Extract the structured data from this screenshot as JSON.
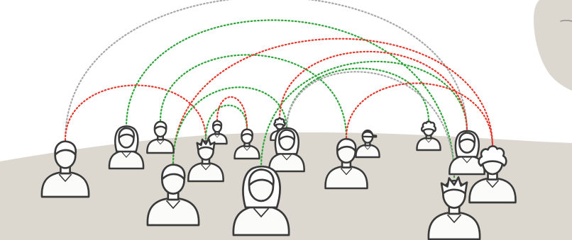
{
  "colors": {
    "background": "#ffffff",
    "ground": "#dcd8d0",
    "figure_fill": "#fbfbfa",
    "figure_stroke": "#3a3a3a",
    "link_green": "#2fa43a",
    "link_red": "#e23b2e",
    "link_grey": "#a8a8a8"
  },
  "people": [
    {
      "id": "p1",
      "hair": "short",
      "depth": "mid"
    },
    {
      "id": "p2",
      "hair": "long",
      "depth": "far"
    },
    {
      "id": "p3",
      "hair": "short",
      "depth": "far"
    },
    {
      "id": "p4",
      "hair": "short",
      "depth": "far"
    },
    {
      "id": "p5",
      "hair": "spiky",
      "depth": "mid"
    },
    {
      "id": "p6",
      "hair": "short",
      "depth": "far"
    },
    {
      "id": "p7",
      "hair": "short",
      "depth": "far"
    },
    {
      "id": "p8",
      "hair": "long",
      "depth": "mid"
    },
    {
      "id": "p9",
      "hair": "wavy",
      "depth": "near"
    },
    {
      "id": "p10",
      "hair": "long",
      "depth": "near"
    },
    {
      "id": "p11",
      "hair": "short",
      "depth": "mid"
    },
    {
      "id": "p12",
      "hair": "cap",
      "depth": "far"
    },
    {
      "id": "p13",
      "hair": "curly",
      "depth": "far"
    },
    {
      "id": "p14",
      "hair": "long",
      "depth": "mid"
    },
    {
      "id": "p15",
      "hair": "curly",
      "depth": "mid"
    },
    {
      "id": "p16",
      "hair": "spiky",
      "depth": "near"
    }
  ],
  "connections": [
    {
      "from": "p1",
      "to": "p14",
      "color": "grey"
    },
    {
      "from": "p2",
      "to": "p16",
      "color": "green"
    },
    {
      "from": "p1",
      "to": "p5",
      "color": "red"
    },
    {
      "from": "p3",
      "to": "p11",
      "color": "green"
    },
    {
      "from": "p4",
      "to": "p15",
      "color": "red"
    },
    {
      "from": "p4",
      "to": "p8",
      "color": "green"
    },
    {
      "from": "p5",
      "to": "p7",
      "color": "green"
    },
    {
      "from": "p6",
      "to": "p7",
      "color": "red"
    },
    {
      "from": "p8",
      "to": "p13",
      "color": "green"
    },
    {
      "from": "p8",
      "to": "p16",
      "color": "grey"
    },
    {
      "from": "p10",
      "to": "p14",
      "color": "green"
    },
    {
      "from": "p11",
      "to": "p15",
      "color": "red"
    },
    {
      "from": "p9",
      "to": "p14",
      "color": "red"
    }
  ]
}
